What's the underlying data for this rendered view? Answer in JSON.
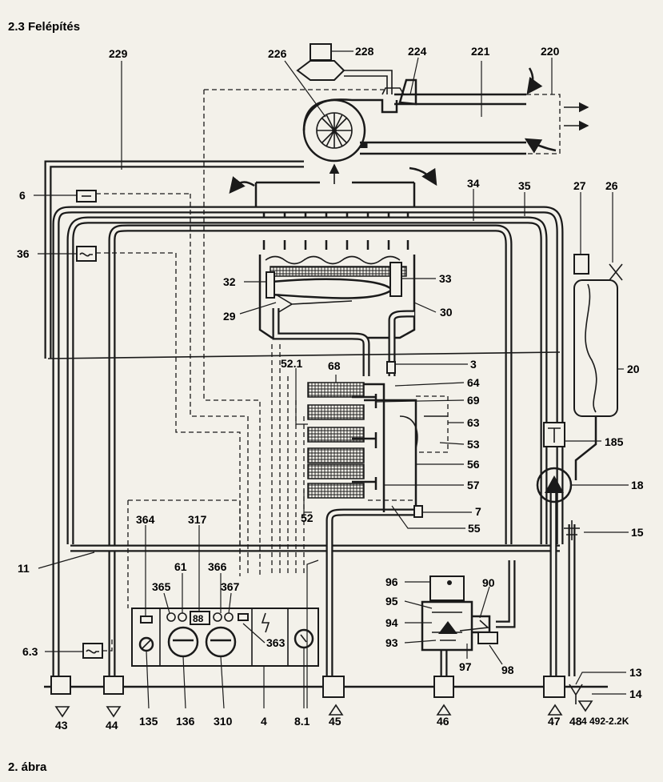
{
  "header": {
    "section_title": "2.3  Felépítés"
  },
  "caption": "2. ábra",
  "figure_code": "4 492-2.2K",
  "labels": {
    "l229": "229",
    "l226": "226",
    "l228": "228",
    "l224": "224",
    "l221": "221",
    "l220": "220",
    "l6": "6",
    "l34": "34",
    "l35": "35",
    "l27": "27",
    "l26": "26",
    "l36": "36",
    "l32": "32",
    "l33": "33",
    "l29": "29",
    "l30": "30",
    "l20": "20",
    "l3": "3",
    "l52_1": "52.1",
    "l68": "68",
    "l64": "64",
    "l69": "69",
    "l63": "63",
    "l53": "53",
    "l185": "185",
    "l56": "56",
    "l18": "18",
    "l57": "57",
    "l52": "52",
    "l7": "7",
    "l55": "55",
    "l15": "15",
    "l364": "364",
    "l317": "317",
    "l11": "11",
    "l61": "61",
    "l366": "366",
    "l365": "365",
    "l367": "367",
    "l96": "96",
    "l90": "90",
    "l95": "95",
    "l94": "94",
    "l93": "93",
    "l6_3": "6.3",
    "l363": "363",
    "l97": "97",
    "l98": "98",
    "l13": "13",
    "l14": "14",
    "l43": "43",
    "l44": "44",
    "l135": "135",
    "l136": "136",
    "l310": "310",
    "l4": "4",
    "l8_1": "8.1",
    "l45": "45",
    "l46": "46",
    "l47": "47",
    "l48": "48"
  },
  "panel": {
    "display_value": "88"
  }
}
